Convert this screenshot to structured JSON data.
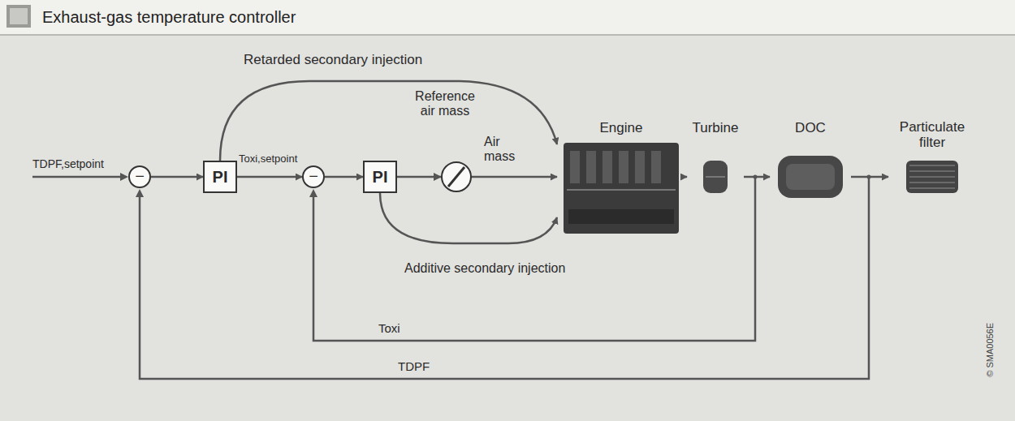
{
  "diagram": {
    "title": "Exhaust-gas temperature controller",
    "nodes": [
      {
        "text": [
          "−"
        ]
      },
      {
        "text": [
          "PI"
        ]
      },
      {
        "text": [
          "−"
        ]
      },
      {
        "text": [
          "PI"
        ]
      },
      {
        "text": [
          "Engine"
        ]
      },
      {
        "text": [
          "Turbine"
        ]
      },
      {
        "text": [
          "DOC"
        ]
      },
      {
        "text": [
          "Particulate filter"
        ]
      }
    ],
    "edges": [
      {
        "from": 0,
        "to": 1,
        "arrow": "to"
      },
      {
        "from": 1,
        "to": 2,
        "label": "Toxi,setpoint",
        "arrow": "to"
      },
      {
        "from": 2,
        "to": 3,
        "arrow": "to"
      },
      {
        "from": 3,
        "to": 4,
        "arrow": "to"
      },
      {
        "from": 1,
        "to": 4,
        "label": "Retarded secondary injection",
        "arrow": "to"
      },
      {
        "from": 3,
        "to": 4,
        "label": "Additive secondary injection",
        "arrow": "to"
      },
      {
        "from": 4,
        "to": 5,
        "arrow": "to"
      },
      {
        "from": 5,
        "to": 6,
        "arrow": "to"
      },
      {
        "from": 6,
        "to": 7,
        "arrow": "to"
      }
    ],
    "labels": [
      "TDPF,setpoint",
      "Reference air mass",
      "Air mass",
      "Toxi",
      "TDPF",
      "© SMA0056E"
    ]
  }
}
